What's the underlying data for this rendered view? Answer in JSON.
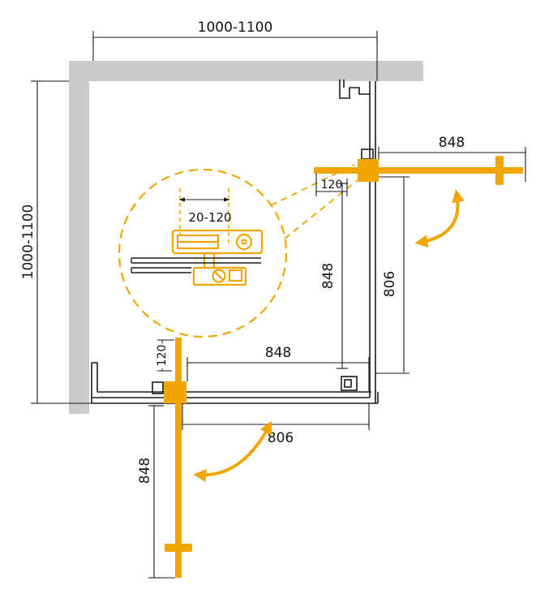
{
  "diagram": {
    "type": "technical-drawing",
    "subject": "Corner shower enclosure with two sliding doors, top view with installation dimensions and detail callout",
    "colors": {
      "accent": "#F0A500",
      "wall": "#CBCBCB",
      "line": "#1A1A1A",
      "background": "#FFFFFF"
    },
    "dims": {
      "top_width": "1000-1100",
      "side_depth": "1000-1100",
      "door_right_length": "848",
      "door_right_inset": "120",
      "glass_right_width": "848",
      "opening_right": "806",
      "glass_bottom_width": "848",
      "opening_bottom": "806",
      "door_bottom_length": "848",
      "door_bottom_inset": "120",
      "adjustment_range": "20-120"
    }
  }
}
